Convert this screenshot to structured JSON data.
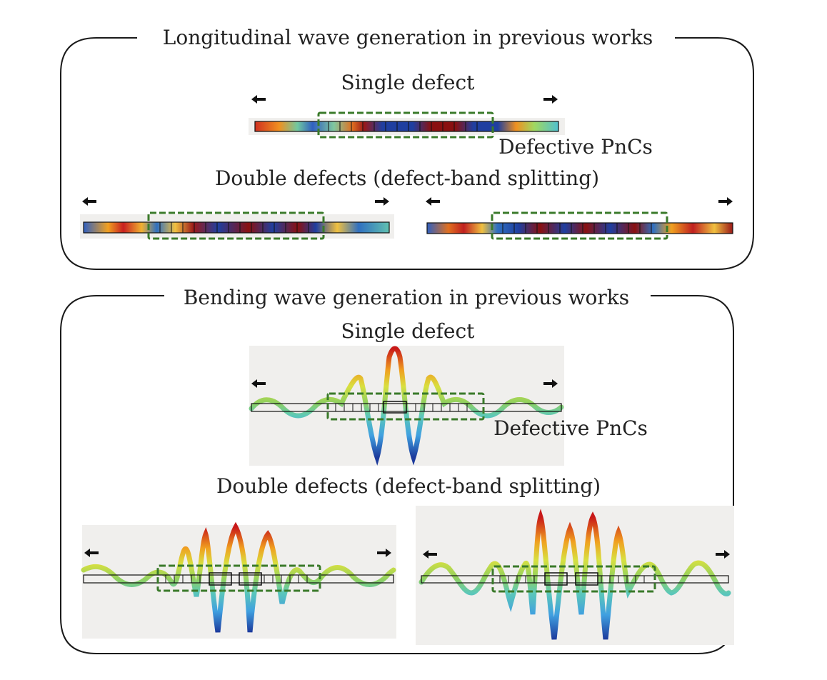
{
  "top_panel": {
    "title": "Longitudinal wave generation in previous works",
    "single_label": "Single defect",
    "annotation": "Defective PnCs",
    "double_label": "Double defects (defect-band splitting)"
  },
  "bottom_panel": {
    "title": "Bending wave generation in previous works",
    "single_label": "Single defect",
    "annotation": "Defective PnCs",
    "double_label": "Double defects (defect-band splitting)"
  },
  "colors": {
    "frame": "#1a1a1a",
    "defect_box": "#3a7a2a",
    "image_bg": "#f0efed",
    "arrow": "#111111",
    "colormap": [
      "#1f3fa0",
      "#3fa0e0",
      "#62c6b0",
      "#a6d84a",
      "#f0e030",
      "#f08a20",
      "#d02020",
      "#8a1010"
    ]
  },
  "icons": [
    "arrow-left-icon",
    "arrow-right-icon"
  ]
}
